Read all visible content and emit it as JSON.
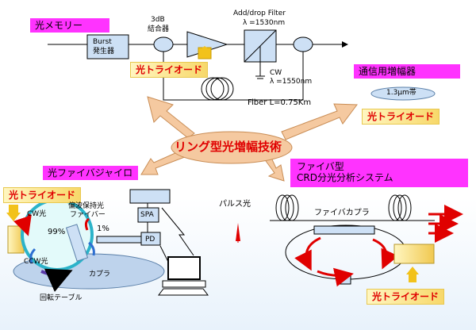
{
  "memory": {
    "title": "光メモリー",
    "burst1": "Burst",
    "burst2": "発生器",
    "coupler1": "3dB",
    "coupler2": "結合器",
    "filter1": "Add/drop Filter",
    "filter2": "λ =1530nm",
    "cw1": "CW",
    "cw2": "λ =1550nm",
    "fiber": "Fiber L=0.75Km",
    "photo_label": "光トライオード"
  },
  "center": {
    "title": "リング型光増幅技術"
  },
  "amp": {
    "title": "通信用増幅器",
    "band": "1.3μm帯",
    "photo_label": "光トライオード"
  },
  "gyro": {
    "title": "光ファイバジャイロ",
    "photo_label": "光トライオード",
    "cw_light": "CW光",
    "pol_fiber1": "偏波保持光",
    "pol_fiber2": "ファイバー",
    "pct99": "99%",
    "pct1": "1%",
    "ccw_light": "CCW光",
    "coupler": "カプラ",
    "spa": "SPA",
    "pd": "PD",
    "table": "回転テーブル"
  },
  "crd": {
    "title1": "ファイバ型",
    "title2": "CRD分光分析システム",
    "pulse": "パルス光",
    "coupler": "ファイバカプラ",
    "photo_label": "光トライオード"
  },
  "colors": {
    "magenta": "#ff33ff",
    "arrow": "#f5c9a0",
    "red": "#e00000",
    "blue": "#2e6fd1"
  }
}
